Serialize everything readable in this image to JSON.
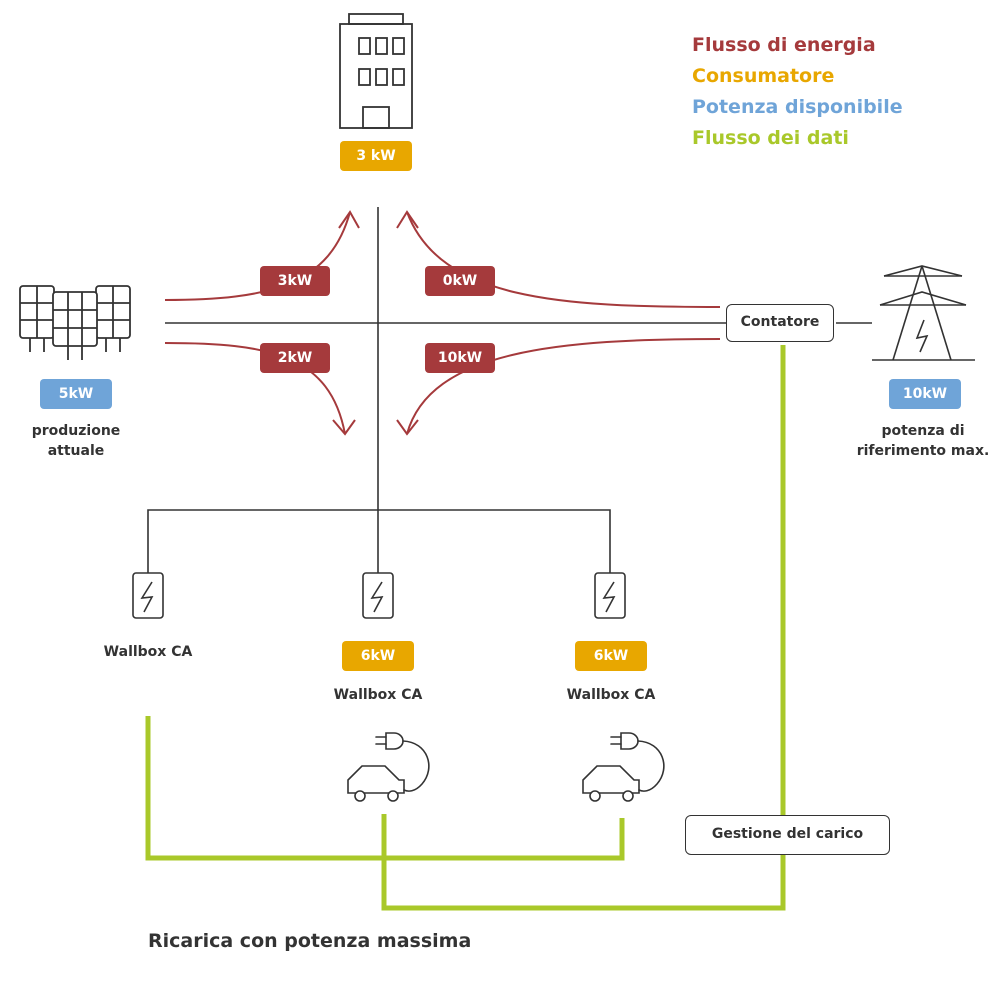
{
  "legend": {
    "energy": {
      "label": "Flusso di energia",
      "color": "#a53a3c"
    },
    "consumer": {
      "label": "Consumatore",
      "color": "#e8a700"
    },
    "available": {
      "label": "Potenza disponibile",
      "color": "#6fa4d8"
    },
    "data": {
      "label": "Flusso dei dati",
      "color": "#a9c82a"
    }
  },
  "building": {
    "icon": "building-icon",
    "value": "3 kW"
  },
  "flows": {
    "solar_to_building": "3kW",
    "grid_to_building": "0kW",
    "solar_to_wallboxes": "2kW",
    "grid_to_wallboxes": "10kW"
  },
  "solar": {
    "icon": "solar-panels-icon",
    "value": "5kW",
    "caption": "produzione\nattuale"
  },
  "grid": {
    "icon": "power-pylon-icon",
    "value": "10kW",
    "caption": "potenza di\nriferimento max."
  },
  "meter": {
    "label": "Contatore"
  },
  "load_management": {
    "label": "Gestione del carico"
  },
  "wallboxes": [
    {
      "icon": "wallbox-icon",
      "label": "Wallbox CA",
      "value": ""
    },
    {
      "icon": "wallbox-icon",
      "label": "Wallbox CA",
      "value": "6kW",
      "car_icon": "electric-car-icon"
    },
    {
      "icon": "wallbox-icon",
      "label": "Wallbox CA",
      "value": "6kW",
      "car_icon": "electric-car-icon"
    }
  ],
  "title": "Ricarica con potenza massima"
}
